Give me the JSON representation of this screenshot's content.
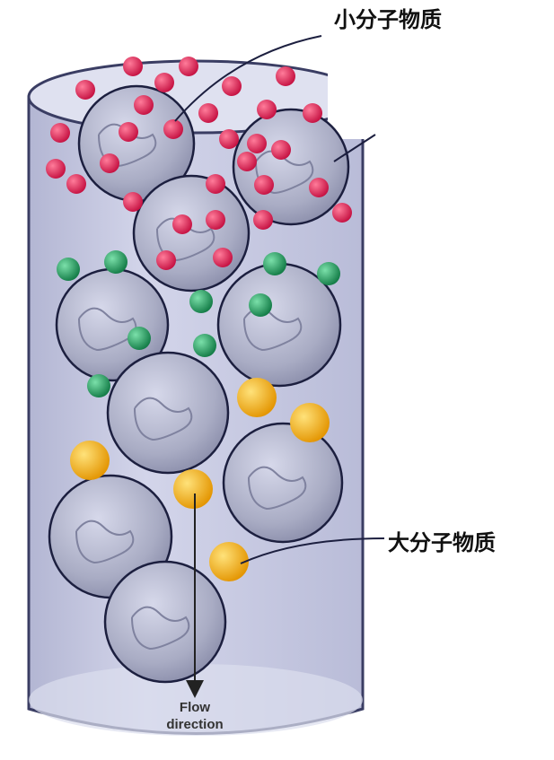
{
  "labels": {
    "small_molecule": "小分子物质",
    "large_molecule": "大分子物质",
    "flow_line1": "Flow",
    "flow_line2": "direction"
  },
  "colors": {
    "column_fill": "#c9cce4",
    "column_stroke": "#3a3d63",
    "bead_fill": "#a9acc4",
    "bead_stroke": "#1c1f3f",
    "small_particle": "#d4174a",
    "medium_particle": "#1f9a5c",
    "large_particle": "#f0a300",
    "label_text": "#111111"
  },
  "icons": {
    "small_particle": "red-dot-icon",
    "medium_particle": "green-dot-icon",
    "large_particle": "orange-dot-icon",
    "gel_bead": "porous-bead-icon",
    "flow_arrow": "down-arrow-icon"
  }
}
